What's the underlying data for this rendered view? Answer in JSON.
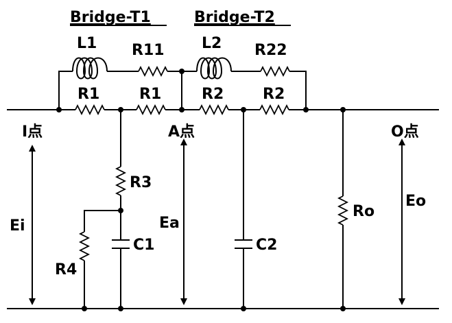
{
  "titles": {
    "bridge1": "Bridge-T1",
    "bridge2": "Bridge-T2"
  },
  "components": {
    "L1": "L1",
    "R11": "R11",
    "L2": "L2",
    "R22": "R22",
    "R1a": "R1",
    "R1b": "R1",
    "R2a": "R2",
    "R2b": "R2",
    "R3": "R3",
    "R4": "R4",
    "C1": "C1",
    "C2": "C2",
    "Ro": "Ro"
  },
  "nodes": {
    "I": "I点",
    "A": "A点",
    "O": "O点"
  },
  "voltages": {
    "Ei": "Ei",
    "Ea": "Ea",
    "Eo": "Eo"
  }
}
